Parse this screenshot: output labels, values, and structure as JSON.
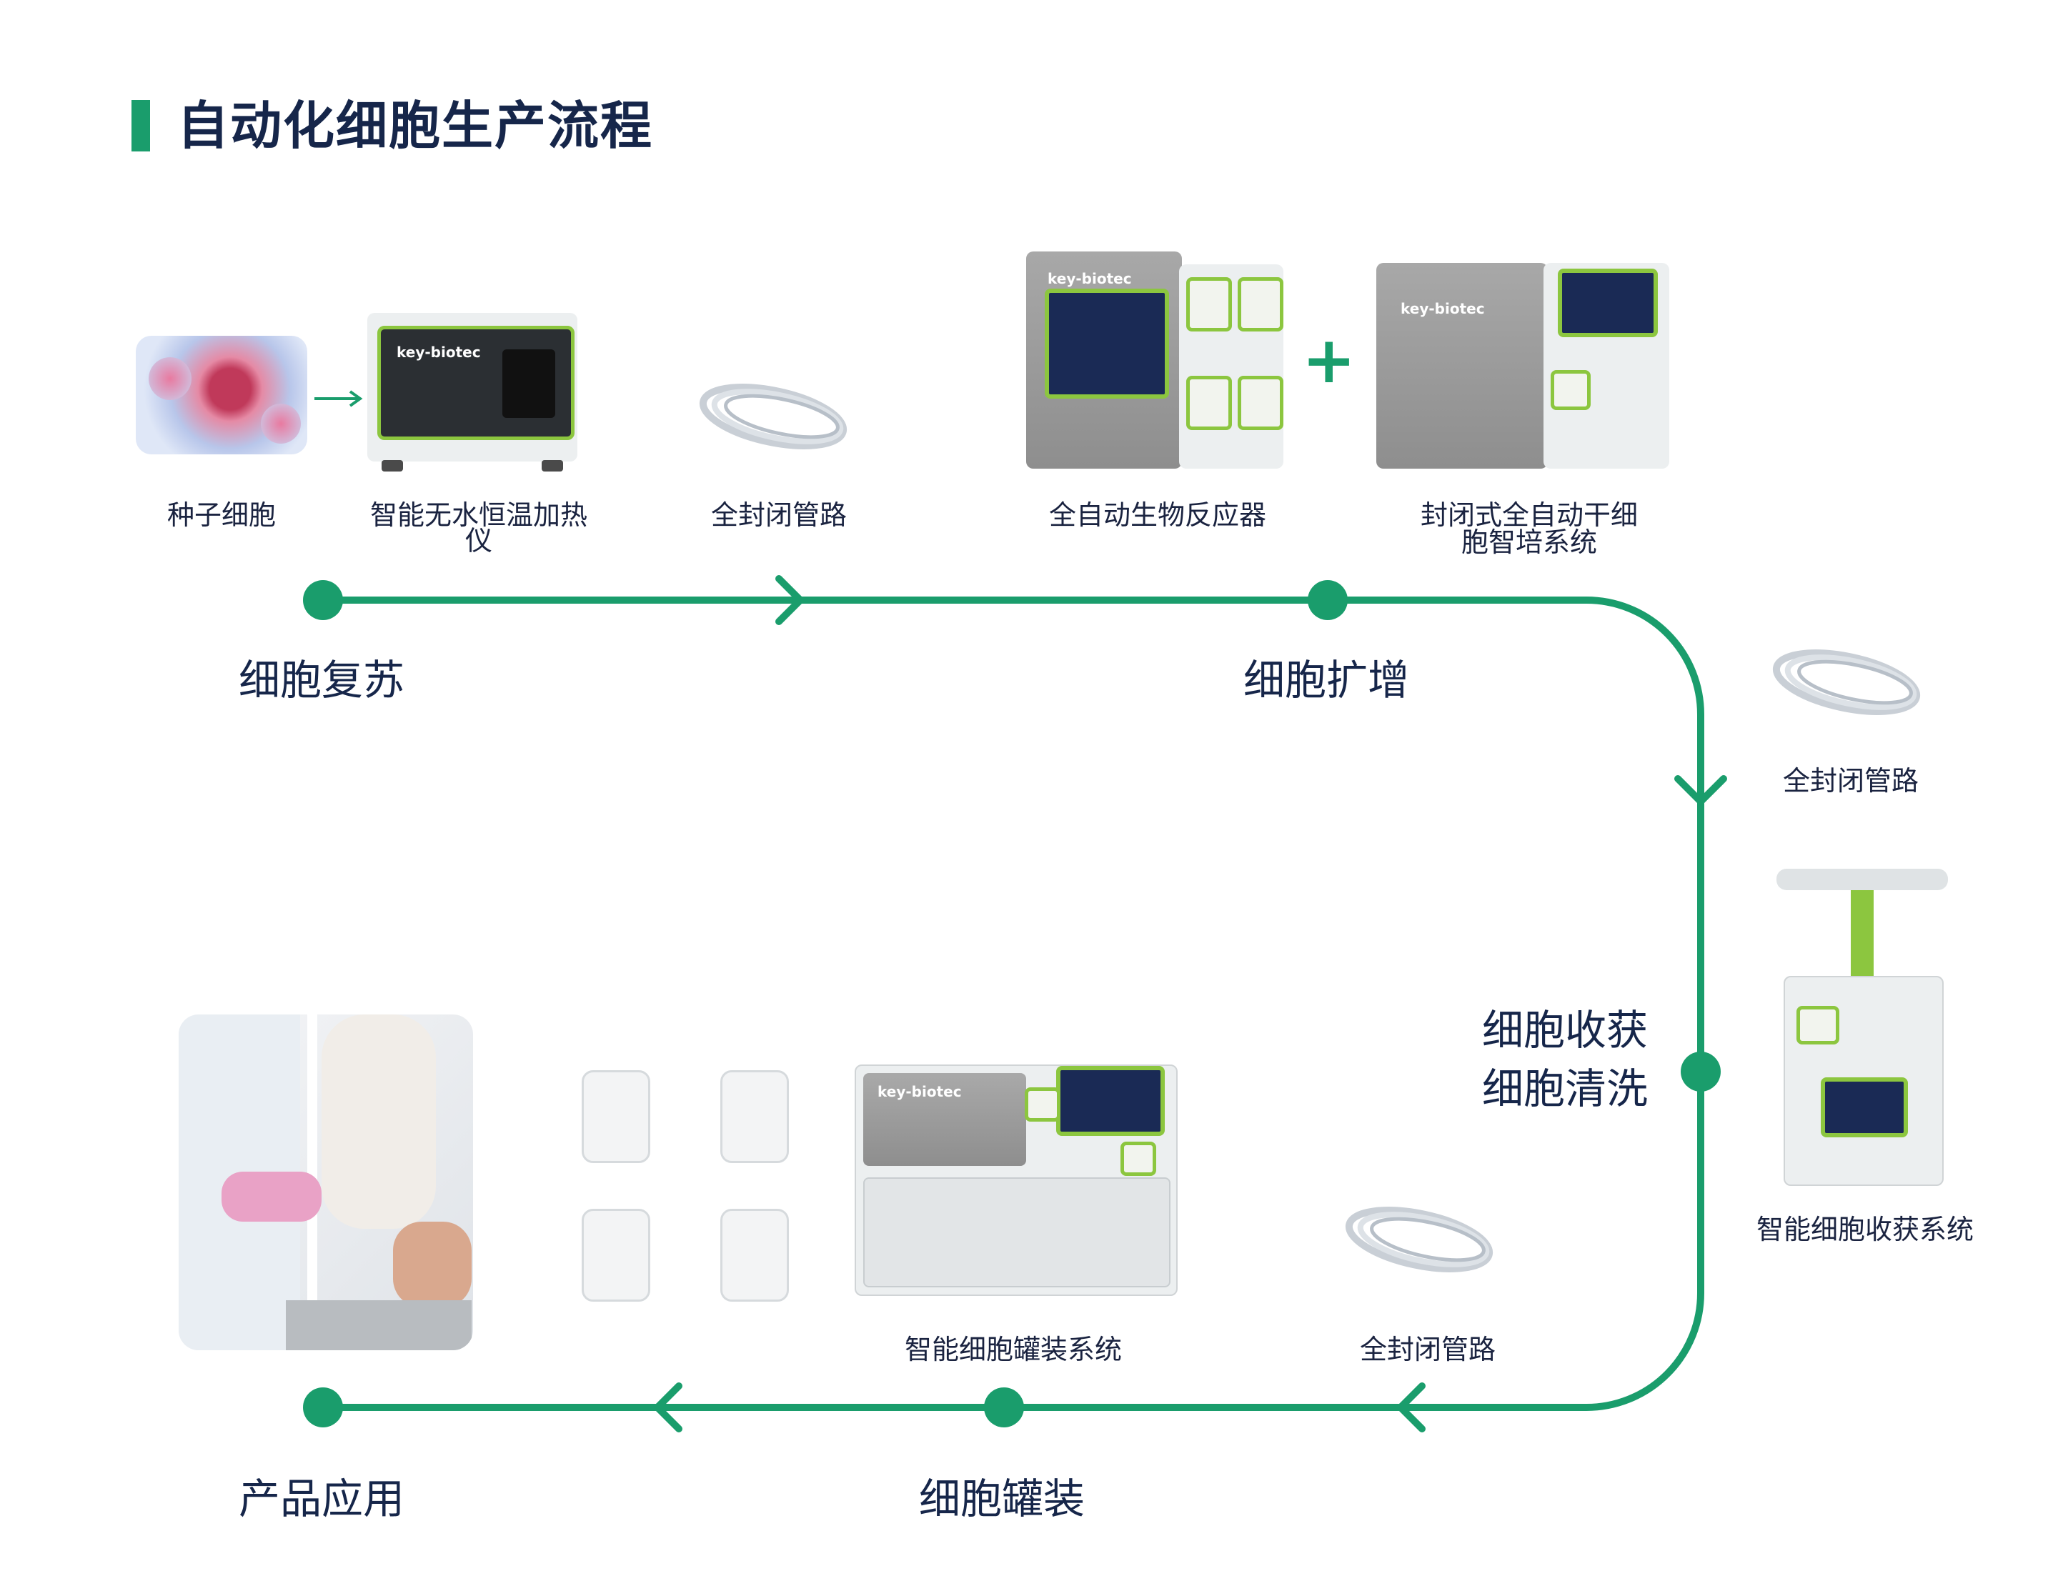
{
  "title": "自动化细胞生产流程",
  "plus_sign": "+",
  "top_row": {
    "seed_cells": "种子细胞",
    "heater_line1": "智能无水恒温加热",
    "heater_line2": "仪",
    "tubing_1": "全封闭管路",
    "bioreactor": "全自动生物反应器",
    "culture_line1": "封闭式全自动干细",
    "culture_line2": "胞智培系统"
  },
  "right_col": {
    "tubing_2": "全封闭管路",
    "harvest_system": "智能细胞收获系统"
  },
  "bottom_row": {
    "filling_system": "智能细胞罐装系统",
    "tubing_3": "全封闭管路"
  },
  "stages": {
    "revive": "细胞复苏",
    "expand": "细胞扩增",
    "harvest_line1": "细胞收获",
    "harvest_line2": "细胞清洗",
    "fill": "细胞罐装",
    "apply": "产品应用"
  },
  "brand": "key-biotec",
  "colors": {
    "accent": "#1a9d6c",
    "lime": "#8cc63f",
    "navy": "#16264a"
  }
}
